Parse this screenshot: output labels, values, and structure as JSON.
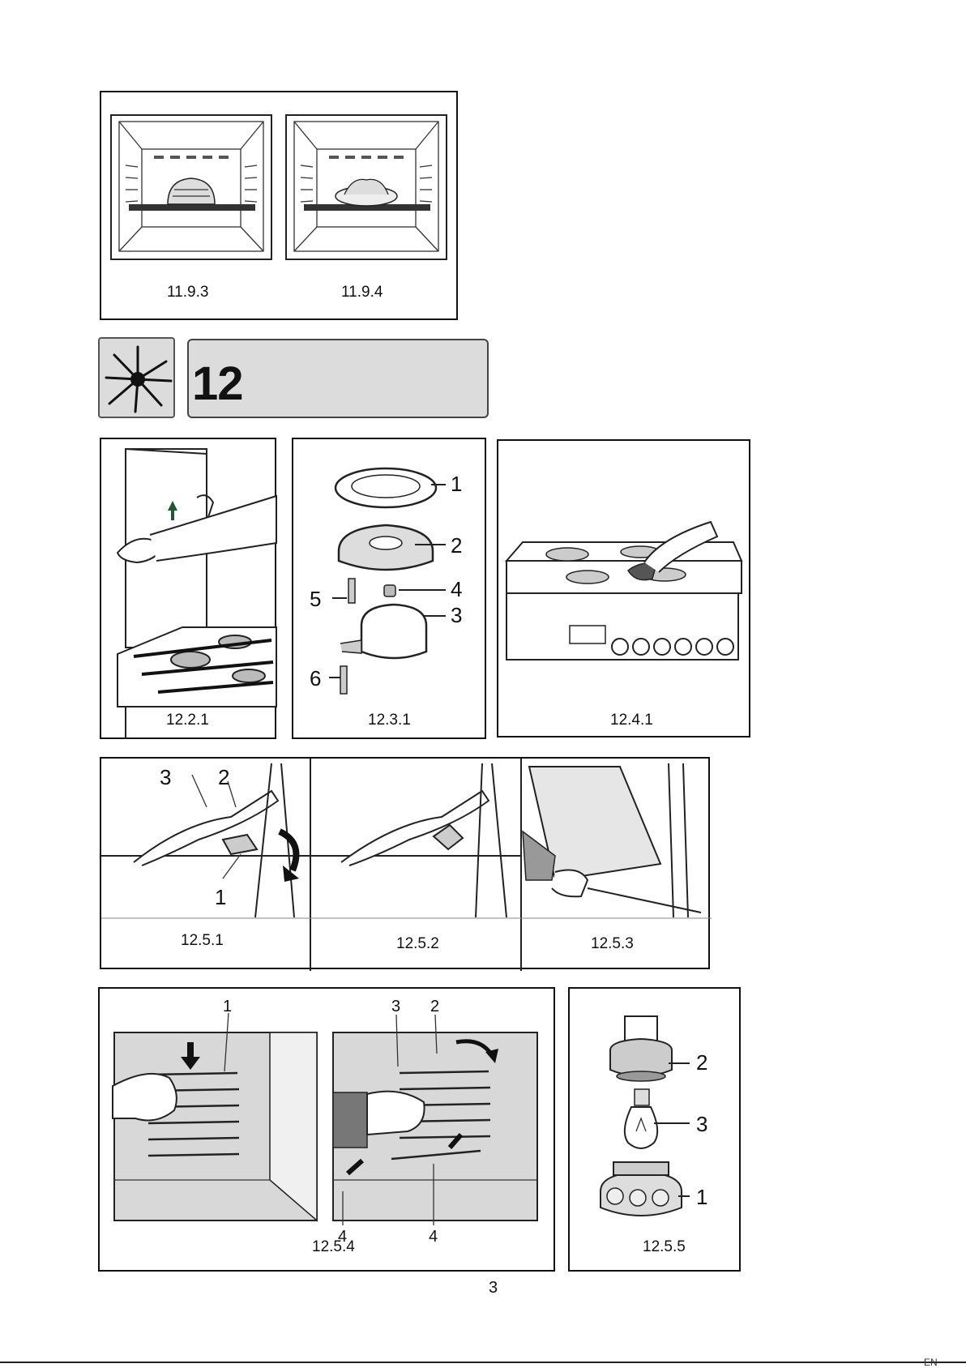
{
  "figures": {
    "fig_11_9_3": "11.9.3",
    "fig_11_9_4": "11.9.4",
    "fig_12_2_1": "12.2.1",
    "fig_12_3_1": "12.3.1",
    "fig_12_4_1": "12.4.1",
    "fig_12_5_1": "12.5.1",
    "fig_12_5_2": "12.5.2",
    "fig_12_5_3": "12.5.3",
    "fig_12_5_4": "12.5.4",
    "fig_12_5_5": "12.5.5"
  },
  "section": {
    "number": "12",
    "icon": "sparkle-clean-icon"
  },
  "callouts": {
    "burner": [
      "1",
      "2",
      "3",
      "4",
      "5",
      "6"
    ],
    "hinge": [
      "1",
      "2",
      "3"
    ],
    "rack": [
      "1",
      "2",
      "3",
      "4",
      "4"
    ],
    "lamp": [
      "1",
      "2",
      "3"
    ]
  },
  "page": {
    "number": "3",
    "corner": "EN"
  }
}
